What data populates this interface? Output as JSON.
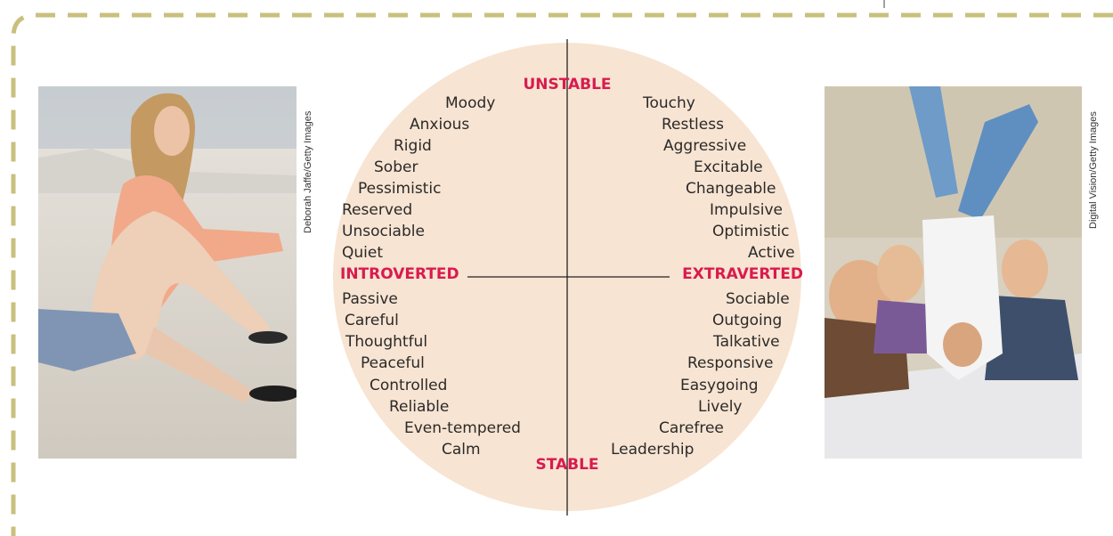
{
  "labels": {
    "top": "UNSTABLE",
    "bottom": "STABLE",
    "left": "INTROVERTED",
    "right": "EXTRAVERTED"
  },
  "quadrants": {
    "unstable_introverted": [
      "Moody",
      "Anxious",
      "Rigid",
      "Sober",
      "Pessimistic",
      "Reserved",
      "Unsociable",
      "Quiet"
    ],
    "unstable_extraverted": [
      "Touchy",
      "Restless",
      "Aggressive",
      "Excitable",
      "Changeable",
      "Impulsive",
      "Optimistic",
      "Active"
    ],
    "stable_introverted": [
      "Passive",
      "Careful",
      "Thoughtful",
      "Peaceful",
      "Controlled",
      "Reliable",
      "Even-tempered",
      "Calm"
    ],
    "stable_extraverted": [
      "Sociable",
      "Outgoing",
      "Talkative",
      "Responsive",
      "Easygoing",
      "Lively",
      "Carefree",
      "Leadership"
    ]
  },
  "credits": {
    "left": "Deborah Jaffe/Getty Images",
    "right": "Digital Vision/Getty Images"
  },
  "colors": {
    "circle_fill": "#f8e4d2",
    "axis_label": "#d81b4f",
    "border_dash": "#c9c07e"
  }
}
